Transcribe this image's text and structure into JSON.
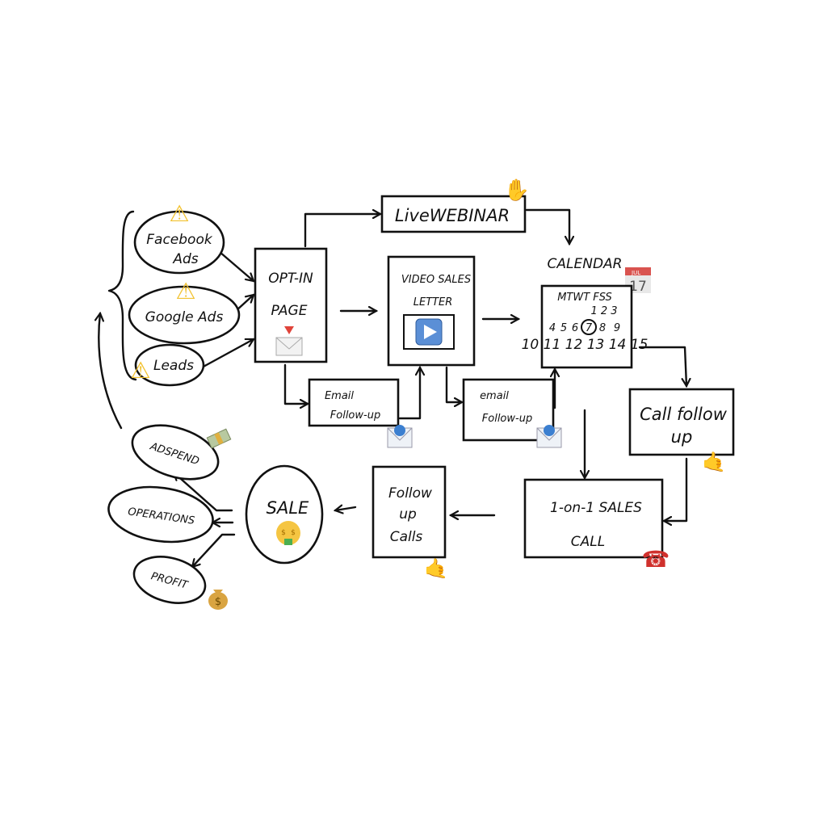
{
  "sources": [
    {
      "label": "Facebook Ads",
      "line1": "Facebook",
      "line2": "Ads",
      "icon": "warning-icon"
    },
    {
      "label": "Google Ads",
      "icon": "warning-icon"
    },
    {
      "label": "Leads",
      "icon": "warning-icon"
    }
  ],
  "optin": {
    "line1": "OPT-IN",
    "line2": "PAGE",
    "icon": "envelope-download-icon"
  },
  "webinar": {
    "label": "LiveWEBINAR",
    "icon": "raised-hand-icon"
  },
  "vsl": {
    "line1": "VIDEO SALES",
    "line2": "LETTER",
    "icon": "play-button-icon"
  },
  "email1": {
    "line1": "Email",
    "line2": "Follow-up",
    "icon": "envelope-icon"
  },
  "email2": {
    "line1": "email",
    "line2": "Follow-up",
    "icon": "envelope-icon"
  },
  "calendar": {
    "title": "CALENDAR",
    "icon_month": "JUL",
    "icon_day": "17",
    "weekdays": "MTWT FSS",
    "row1": "1 2 3",
    "row2": [
      "4",
      "5",
      "6",
      "7",
      "8",
      "9"
    ],
    "row3": "10 11 12 13 14 15",
    "circled": "7"
  },
  "call_followup": {
    "line1": "Call follow",
    "line2": "up",
    "icon": "call-me-hand-icon"
  },
  "sales_call": {
    "line1": "1-on-1 SALES",
    "line2": "CALL",
    "icon": "telephone-icon"
  },
  "followup_calls": {
    "line1": "Follow",
    "line2": "up",
    "line3": "Calls",
    "icon": "call-me-hand-icon"
  },
  "sale": {
    "label": "SALE",
    "icon": "money-mouth-face-icon"
  },
  "outcomes": [
    {
      "label": "ADSPEND",
      "icon": "money-with-wings-icon"
    },
    {
      "label": "OPERATIONS"
    },
    {
      "label": "PROFIT",
      "icon": "money-bag-icon"
    }
  ]
}
